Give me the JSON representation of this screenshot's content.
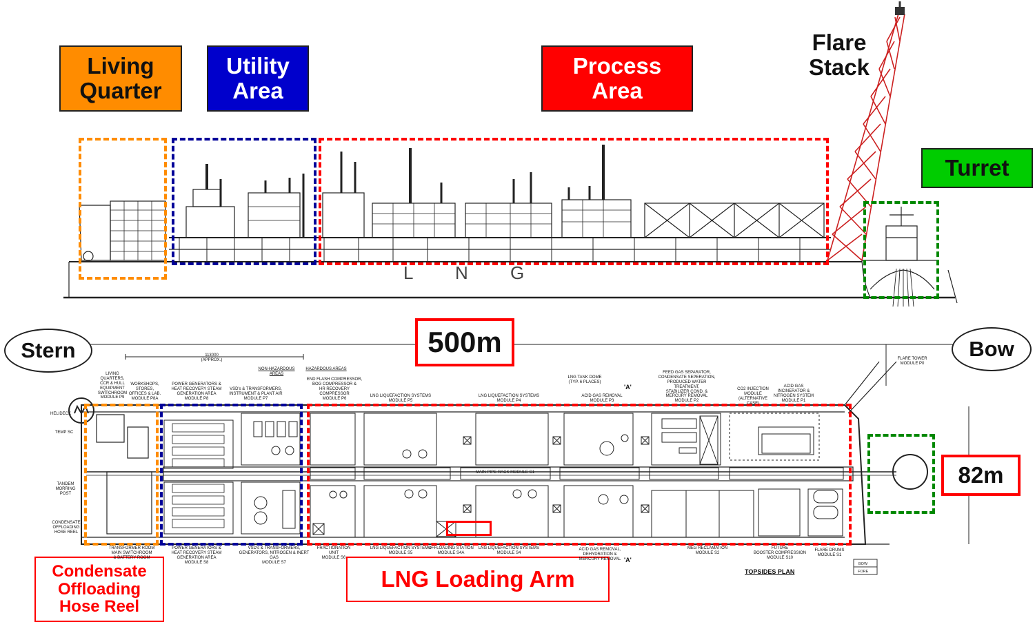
{
  "colors": {
    "living": "#FF8C00",
    "utility": "#0000CC",
    "process": "#FF0000",
    "turret": "#00CC00",
    "flare": "#CC2020"
  },
  "labels": {
    "living": "Living\nQuarter",
    "utility": "Utility\nArea",
    "process": "Process\nArea",
    "flare": "Flare\nStack",
    "turret": "Turret",
    "stern": "Stern",
    "bow": "Bow",
    "length": "500m",
    "width": "82m",
    "hose_reel": "Condensate\nOffloading\nHose Reel",
    "loading_arm": "LNG Loading Arm"
  },
  "elevation": {
    "hull_text": [
      "L",
      "N",
      "G"
    ]
  },
  "plan": {
    "title": "TOPSIDES PLAN",
    "dim_approx": "113000\n(APPROX.)",
    "non_hazardous": "NON-HAZARDOUS AREAS",
    "hazardous": "HAZARDOUS AREAS",
    "pipe_rack": "MAIN PIPE RACK MODULE C1",
    "section_marker": "'A'",
    "left_notes": [
      "HELIDECK",
      "TEMP SC",
      "TANDEM MORRING\nPOST",
      "CONDENSATE\nOFFLOADING\nHOSE REEL"
    ],
    "top_modules": [
      "LIVING\nQUARTERS,\nCCR & HULL\nEQUIPMENT\nSWITCHROOM\nMODULE P9",
      "WORKSHOPS,\nSTORES,\nOFFICES & LAB.\nMODULE P8A",
      "POWER GENERATORS &\nHEAT RECOVERY STEAM\nGENERATION AREA\nMODULE P8",
      "VSD's & TRANSFORMERS,\nINSTRUMENT & PLANT AIR\nMODULE P7",
      "END FLASH COMPRESSOR,\nBOG COMPRESSOR &\nHR RECOVERY\nCOMPRESSOR\nMODULE P6",
      "LNG LIQUEFACTION SYSTEMS\nMODULE P5",
      "LNG LIQUEFACTION SYSTEMS\nMODULE P4",
      "LNG TANK DOME\n(TYP. 6 PLACES)",
      "ACID GAS REMOVAL\nMODULE P3",
      "FEED GAS SEPARATOR,\nCONDENSATE SEPERATION,\nPRODUCED WATER TREATMENT,\nSTABILIZER COND. &\nMERCURY REMOVAL\nMODULE P2",
      "CO2 INJECTION\nMODULE\n(ALTERNATIVE CASE)",
      "ACID GAS\nINCINERATOR &\nNITROGEN SYSTEM\nMODULE P1",
      "FLARE TOWER\nMODULE P0"
    ],
    "bottom_modules": [
      "TRANSFORMER ROOM\nMAIN SWITCHROOM\n& BATTERY ROOM",
      "POWER GENERATORS &\nHEAT RECOVERY STEAM\nGENERATION AREA\nMODULE S8",
      "VSD's & TRANSFORMERS,\nGENERATORS, NITROGEN & INERT GAS\nMODULE S7",
      "FRACTIONATION UNIT\nMODULE S6",
      "LNG LIQUEFACTION SYSTEMS\nMODULE S5",
      "OFFLOADING STATION\nMODULE S4A",
      "LNG LIQUEFACTION SYSTEMS\nMODULE S4",
      "ACID GAS REMOVAL,\nDEHYDRATION &\nMERCURY REMOVAL",
      "MEG RECLAMATION\nMODULE S2",
      "FUTURE\nBOOSTER COMPRESSION\nMODULE S10",
      "FLARE DRUMS\nMODULE S1"
    ],
    "bow_box": [
      "BOW",
      "FORE"
    ]
  }
}
